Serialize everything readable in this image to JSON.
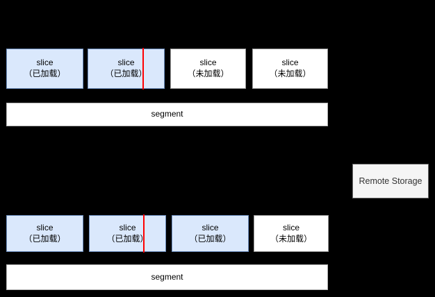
{
  "diagram": {
    "background_color": "#000000",
    "loaded_fill": "#dae8fc",
    "loaded_stroke": "#6c8ebf",
    "unloaded_fill": "#ffffff",
    "unloaded_stroke": "#999999",
    "marker_color": "#ff0000",
    "remote_fill": "#f5f5f5",
    "remote_stroke": "#666666"
  },
  "row_top": {
    "slices": [
      {
        "title": "slice",
        "state": "（已加载）"
      },
      {
        "title": "slice",
        "state": "（已加载）"
      },
      {
        "title": "slice",
        "state": "（未加载）"
      },
      {
        "title": "slice",
        "state": "（未加载）"
      }
    ],
    "segment_label": "segment"
  },
  "row_bottom": {
    "slices": [
      {
        "title": "slice",
        "state": "（已加载）"
      },
      {
        "title": "slice",
        "state": "（已加载）"
      },
      {
        "title": "slice",
        "state": "（已加载）"
      },
      {
        "title": "slice",
        "state": "（未加载）"
      }
    ],
    "segment_label": "segment"
  },
  "remote": {
    "label": "Remote Storage"
  }
}
